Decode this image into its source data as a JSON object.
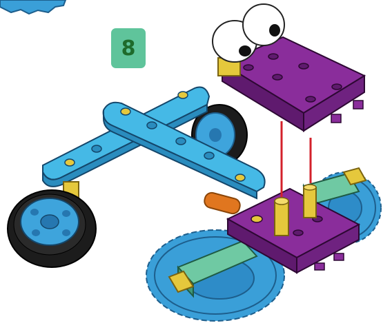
{
  "step": {
    "number": "8"
  },
  "colors": {
    "badge_bg": "#5fc49b",
    "badge_text": "#1e6b2b",
    "beam": "#45b9e6",
    "beam_dark": "#2a8cbe",
    "plate": "#8a2d9b",
    "plate_dark": "#5f1a6e",
    "gear": "#3a9fd8",
    "gear_dark": "#2677b0",
    "axle": "#e5c83c",
    "axle_dark": "#b3951d",
    "connector": "#6fc9a3",
    "connector_dark": "#3f9878",
    "tire": "#1c1c1c",
    "hub": "#3ea4dc",
    "guide_line": "#d3212b",
    "pin": "#e0761f"
  },
  "parts": [
    "eyes-piece",
    "upper-purple-plate",
    "crossed-blue-beams",
    "left-wheel",
    "rear-wheel",
    "lower-purple-plate",
    "left-gear",
    "right-gear",
    "green-connectors",
    "yellow-axles",
    "red-guide-lines"
  ]
}
